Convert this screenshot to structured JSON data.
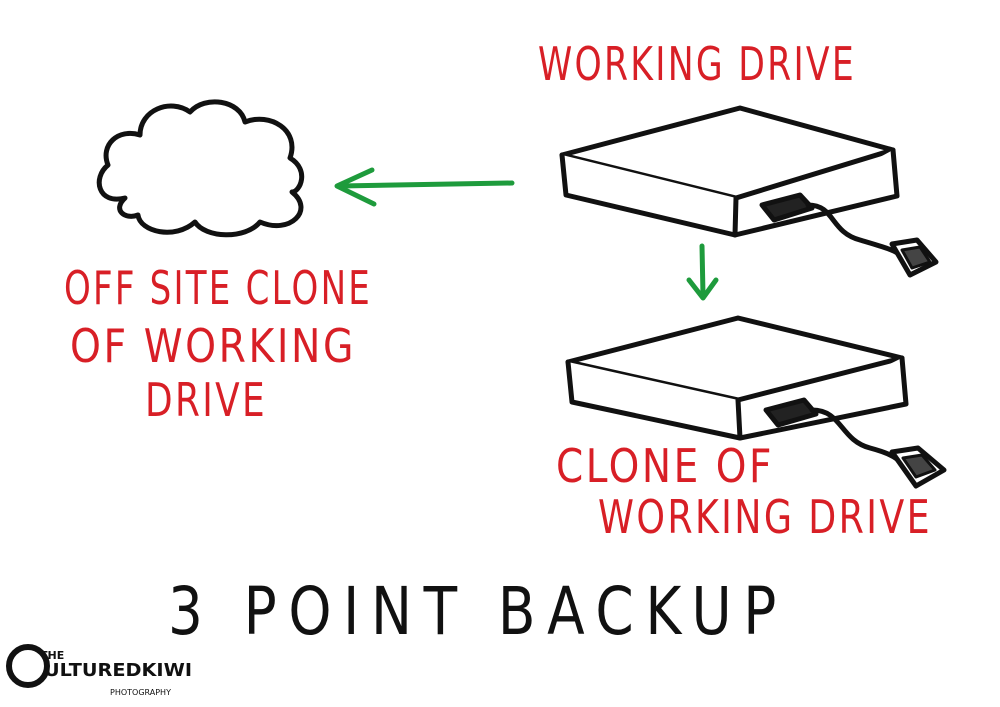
{
  "labels": {
    "working_drive": "WORKING DRIVE",
    "offsite_line1": "OFF SITE CLONE",
    "offsite_line2": "OF WORKING",
    "offsite_line3": "DRIVE",
    "clone_line1": "CLONE OF",
    "clone_line2": "WORKING DRIVE"
  },
  "title": "3 POINT BACKUP",
  "logo": {
    "the": "THE",
    "c": "C",
    "name": "ULTUREDKIWI",
    "sub": "PHOTOGRAPHY"
  },
  "colors": {
    "label": "#d81f26",
    "arrow": "#1e9b3c",
    "ink": "#111111"
  }
}
